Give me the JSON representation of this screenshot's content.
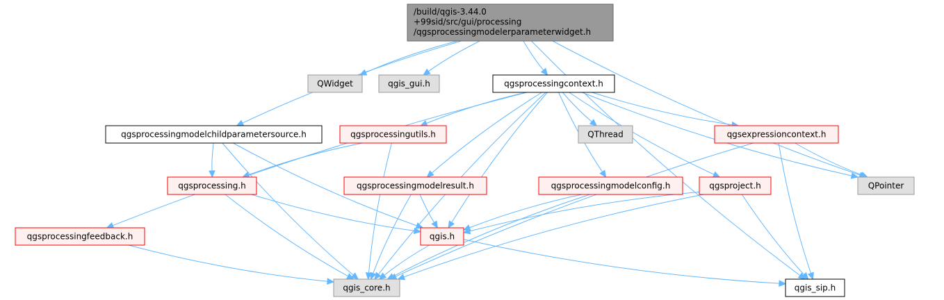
{
  "colors": {
    "root_fill": "#999999",
    "root_stroke": "#666666",
    "red_border": "#ff0000",
    "red_fill": "#fff0f0",
    "gray_fill": "#e0e0e0",
    "gray_stroke": "#999999",
    "white_fill": "#ffffff",
    "black_stroke": "#000000",
    "edge": "#63b8ff"
  },
  "nodes": [
    {
      "id": "root",
      "label": "/build/qgis-3.44.0\n+99sid/src/gui/processing\n/qgsprocessingmodelerparameterwidget.h",
      "style": "root"
    },
    {
      "id": "qwidget",
      "label": "QWidget",
      "style": "gray"
    },
    {
      "id": "qgis_gui",
      "label": "qgis_gui.h",
      "style": "gray"
    },
    {
      "id": "qgsprocessingcontext",
      "label": "qgsprocessingcontext.h",
      "style": "white"
    },
    {
      "id": "qgsprocessingmodelchildparametersource",
      "label": "qgsprocessingmodelchildparametersource.h",
      "style": "white"
    },
    {
      "id": "qgsprocessingutils",
      "label": "qgsprocessingutils.h",
      "style": "red"
    },
    {
      "id": "qthread",
      "label": "QThread",
      "style": "gray"
    },
    {
      "id": "qgsexpressioncontext",
      "label": "qgsexpressioncontext.h",
      "style": "red"
    },
    {
      "id": "qpointer",
      "label": "QPointer",
      "style": "gray"
    },
    {
      "id": "qgsprocessing",
      "label": "qgsprocessing.h",
      "style": "red"
    },
    {
      "id": "qgsprocessingmodelresult",
      "label": "qgsprocessingmodelresult.h",
      "style": "red"
    },
    {
      "id": "qgsprocessingmodelconfig",
      "label": "qgsprocessingmodelconfig.h",
      "style": "red"
    },
    {
      "id": "qgsproject",
      "label": "qgsproject.h",
      "style": "red"
    },
    {
      "id": "qgsprocessingfeedback",
      "label": "qgsprocessingfeedback.h",
      "style": "red"
    },
    {
      "id": "qgis",
      "label": "qgis.h",
      "style": "red"
    },
    {
      "id": "qgis_core",
      "label": "qgis_core.h",
      "style": "gray"
    },
    {
      "id": "qgis_sip",
      "label": "qgis_sip.h",
      "style": "white"
    }
  ],
  "edges": [
    [
      "root",
      "qwidget"
    ],
    [
      "root",
      "qgis_gui"
    ],
    [
      "root",
      "qgsprocessingcontext"
    ],
    [
      "root",
      "qgsprocessingmodelchildparametersource"
    ],
    [
      "root",
      "qpointer"
    ],
    [
      "root",
      "qgis_sip"
    ],
    [
      "qgsprocessingcontext",
      "qgsprocessingutils"
    ],
    [
      "qgsprocessingcontext",
      "qthread"
    ],
    [
      "qgsprocessingcontext",
      "qgsexpressioncontext"
    ],
    [
      "qgsprocessingcontext",
      "qpointer"
    ],
    [
      "qgsprocessingcontext",
      "qgsprocessingmodelresult"
    ],
    [
      "qgsprocessingcontext",
      "qgsprocessingmodelconfig"
    ],
    [
      "qgsprocessingcontext",
      "qgsproject"
    ],
    [
      "qgsprocessingcontext",
      "qgsprocessingfeedback"
    ],
    [
      "qgsprocessingcontext",
      "qgis"
    ],
    [
      "qgsprocessingcontext",
      "qgis_core"
    ],
    [
      "qgsprocessingmodelchildparametersource",
      "qgsprocessing"
    ],
    [
      "qgsprocessingmodelchildparametersource",
      "qgis"
    ],
    [
      "qgsprocessingmodelchildparametersource",
      "qgis_core"
    ],
    [
      "qgsprocessingutils",
      "qgsprocessing"
    ],
    [
      "qgsprocessingutils",
      "qgis_core"
    ],
    [
      "qgsprocessing",
      "qgis"
    ],
    [
      "qgsprocessing",
      "qgis_core"
    ],
    [
      "qgsprocessingmodelresult",
      "qgis"
    ],
    [
      "qgsprocessingmodelresult",
      "qgis_core"
    ],
    [
      "qgsprocessingmodelconfig",
      "qgis"
    ],
    [
      "qgsprocessingmodelconfig",
      "qgis_core"
    ],
    [
      "qgsproject",
      "qgis"
    ],
    [
      "qgsproject",
      "qgis_core"
    ],
    [
      "qgsproject",
      "qgis_sip"
    ],
    [
      "qgsexpressioncontext",
      "qpointer"
    ],
    [
      "qgsexpressioncontext",
      "qgis_sip"
    ],
    [
      "qgsexpressioncontext",
      "qgis_core"
    ],
    [
      "qgsprocessingfeedback",
      "qgis_core"
    ],
    [
      "qgis",
      "qgis_core"
    ],
    [
      "qgis",
      "qgis_sip"
    ]
  ]
}
